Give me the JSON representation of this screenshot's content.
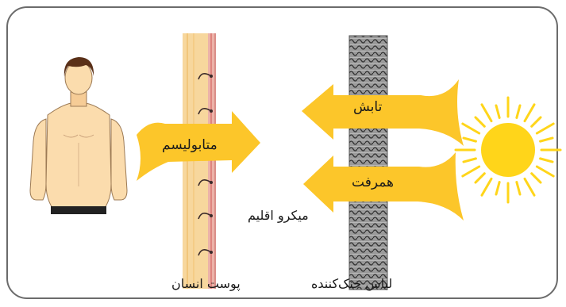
{
  "labels": {
    "metabolism": "متابولیسم",
    "radiation": "تابش",
    "convection": "همرفت",
    "microclimate": "میکرو اقلیم",
    "skin": "پوست انسان",
    "cooling_clothing": "لباس خنک‌کننده"
  },
  "colors": {
    "arrow": "#fcc62a",
    "skin_layer": "#f7d79d",
    "skin_edge": "#e8a7a4",
    "sun": "#ffd51a",
    "fabric": "#6a6a6a",
    "frame": "#6b6b6b"
  }
}
